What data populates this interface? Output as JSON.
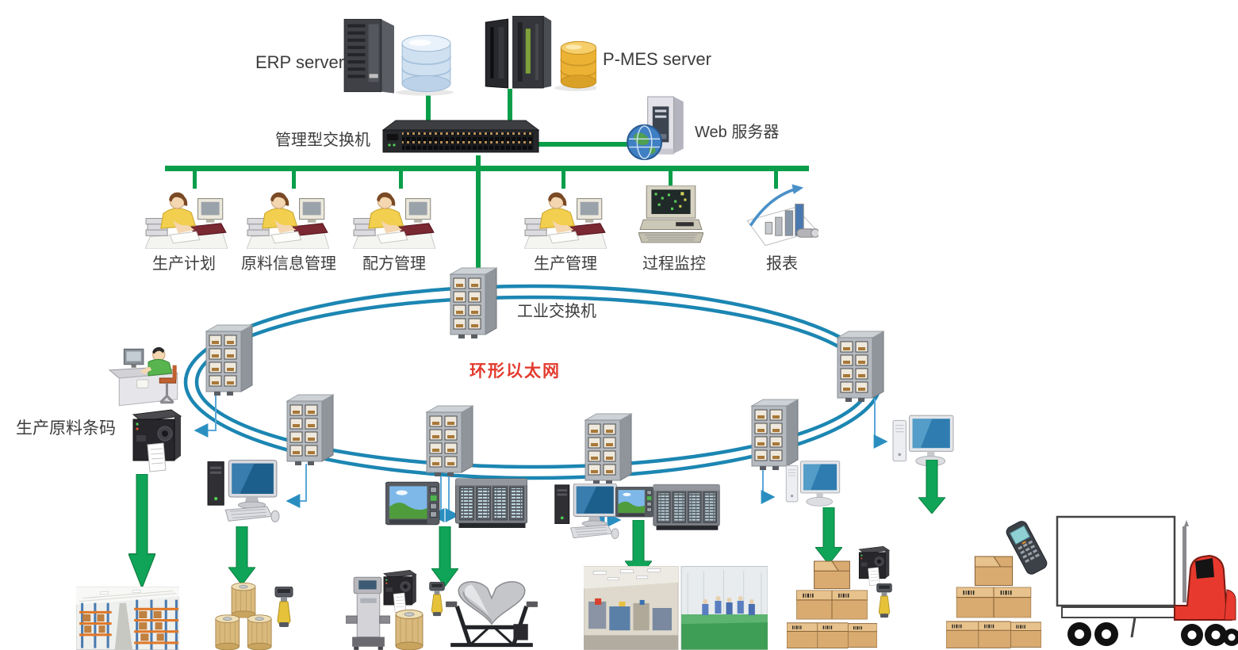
{
  "top": {
    "erp_server_label": "ERP server",
    "pmes_server_label": "P-MES server",
    "managed_switch_label": "管理型交换机",
    "web_server_label": "Web 服务器"
  },
  "workstations": {
    "items": [
      {
        "label": "生产计划"
      },
      {
        "label": "原料信息管理"
      },
      {
        "label": "配方管理"
      },
      {
        "label": "生产管理"
      },
      {
        "label": "过程监控"
      },
      {
        "label": "报表"
      }
    ]
  },
  "ring": {
    "industrial_switch_label": "工业交换机",
    "ring_label": "环形以太网"
  },
  "left_branch": {
    "barcode_station_label": "生产原料条码"
  },
  "colors": {
    "bus_green": "#0a9e4b",
    "ring_blue": "#1c86b2",
    "connector_blue": "#5aa7d8",
    "ring_label_red": "#e23b2e",
    "text": "#3c3c3c",
    "pmes_db_gold": "#ecb233",
    "erp_db_blue": "#cfe0f0"
  }
}
